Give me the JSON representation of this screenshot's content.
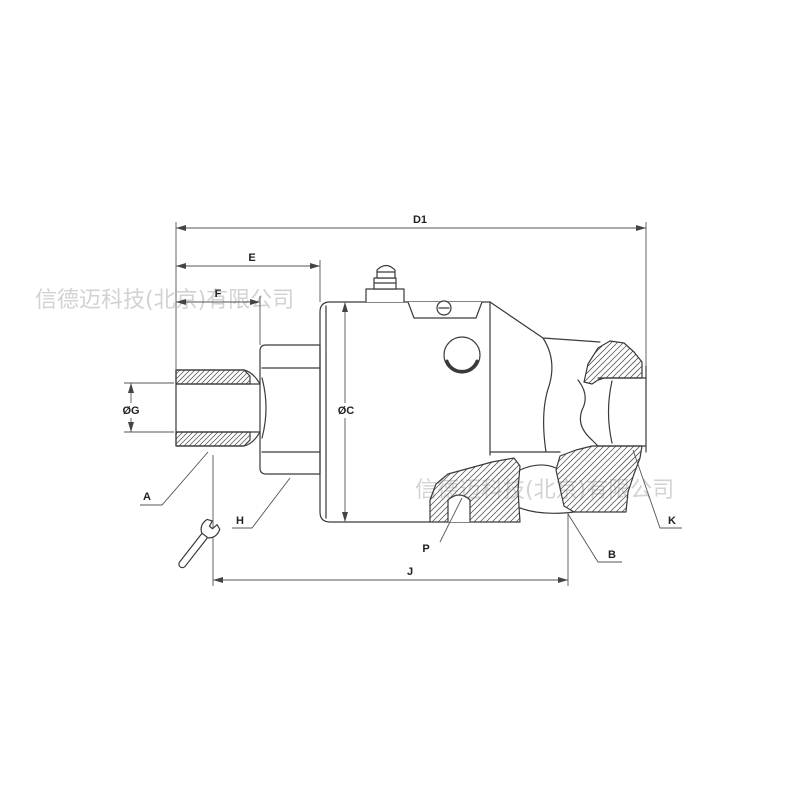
{
  "watermark": "信德迈科技(北京)有限公司",
  "labels": {
    "d1": "D1",
    "e": "E",
    "f": "F",
    "g": "ØG",
    "c": "ØC",
    "a": "A",
    "h": "H",
    "j": "J",
    "p": "P",
    "b": "B",
    "k": "K"
  },
  "icons": {
    "wrench": "wrench-icon"
  }
}
